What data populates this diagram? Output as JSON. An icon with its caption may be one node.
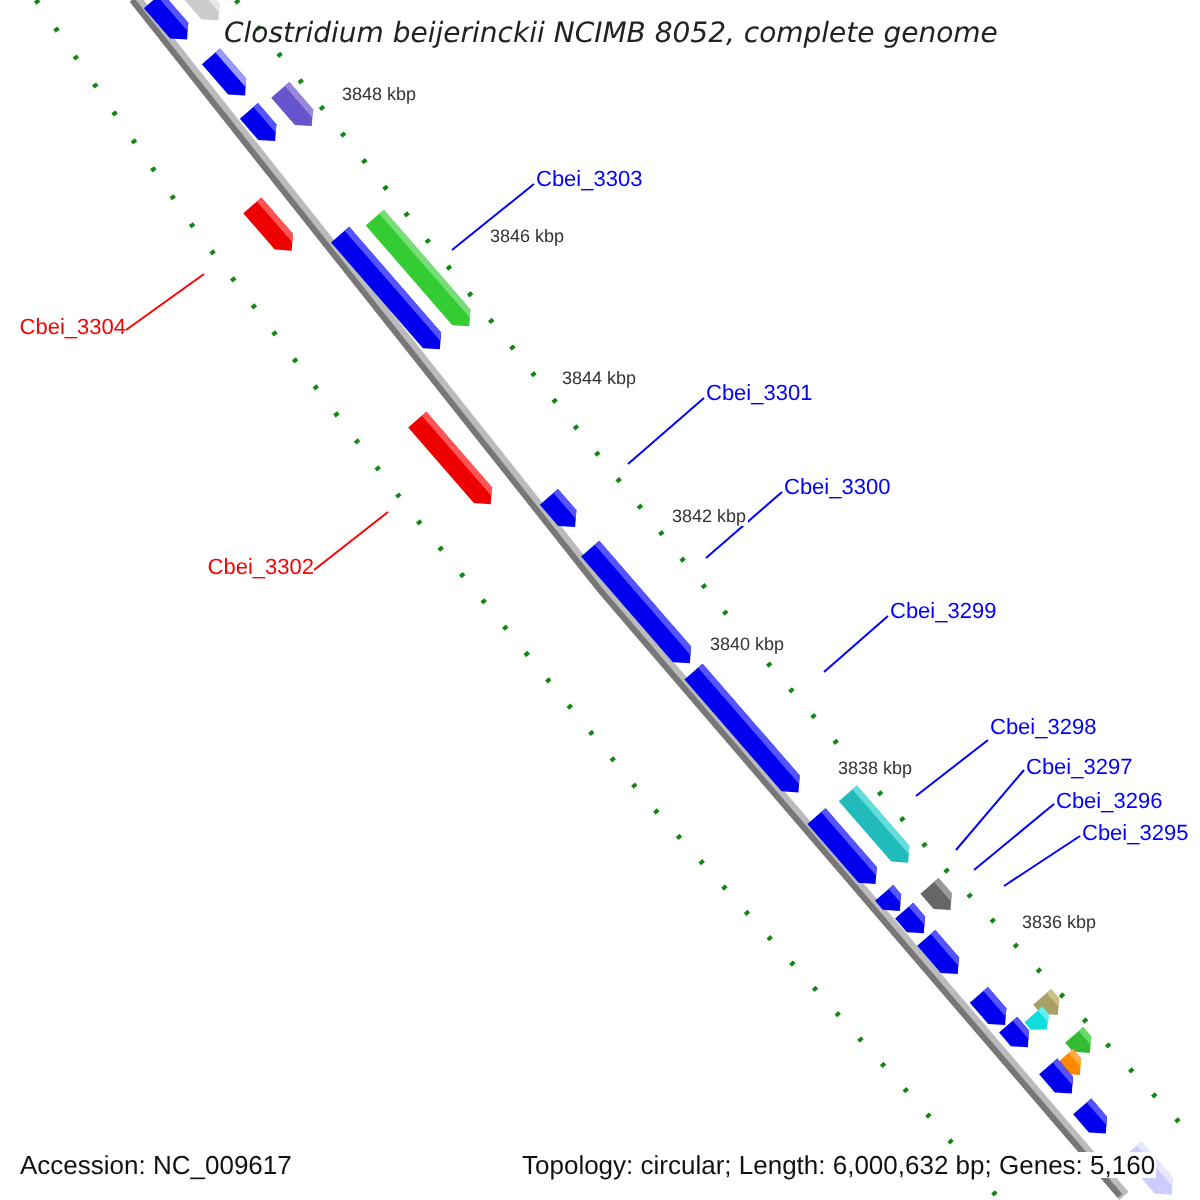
{
  "diagram": {
    "title": "Clostridium beijerinckii NCIMB 8052, complete genome",
    "nodes": [
      {
        "text": [
          "Cbei_3303"
        ]
      },
      {
        "text": [
          "Cbei_3304"
        ]
      },
      {
        "text": [
          "Cbei_3301"
        ]
      },
      {
        "text": [
          "Cbei_3300"
        ]
      },
      {
        "text": [
          "Cbei_3302"
        ]
      },
      {
        "text": [
          "Cbei_3299"
        ]
      },
      {
        "text": [
          "Cbei_3298"
        ]
      },
      {
        "text": [
          "Cbei_3297"
        ]
      },
      {
        "text": [
          "Cbei_3296"
        ]
      },
      {
        "text": [
          "Cbei_3295"
        ]
      }
    ],
    "edges": [
      {
        "from": 0,
        "to": null,
        "arrow": "none"
      },
      {
        "from": 1,
        "to": null,
        "arrow": "none",
        "color": "#ff0000"
      },
      {
        "from": 2,
        "to": null,
        "arrow": "none"
      },
      {
        "from": 3,
        "to": null,
        "arrow": "none"
      },
      {
        "from": 4,
        "to": null,
        "arrow": "none",
        "color": "#ff0000"
      },
      {
        "from": 5,
        "to": null,
        "arrow": "none"
      },
      {
        "from": 6,
        "to": null,
        "arrow": "none"
      },
      {
        "from": 7,
        "to": null,
        "arrow": "none"
      },
      {
        "from": 8,
        "to": null,
        "arrow": "none"
      },
      {
        "from": 9,
        "to": null,
        "arrow": "none"
      }
    ],
    "labels": [
      "3848 kbp",
      "3846 kbp",
      "3844 kbp",
      "3842 kbp",
      "3840 kbp",
      "3838 kbp",
      "3836 kbp",
      "Accession: NC_009617",
      "Topology: circular; Length: 6,000,632 bp; Genes: 5,160"
    ]
  }
}
